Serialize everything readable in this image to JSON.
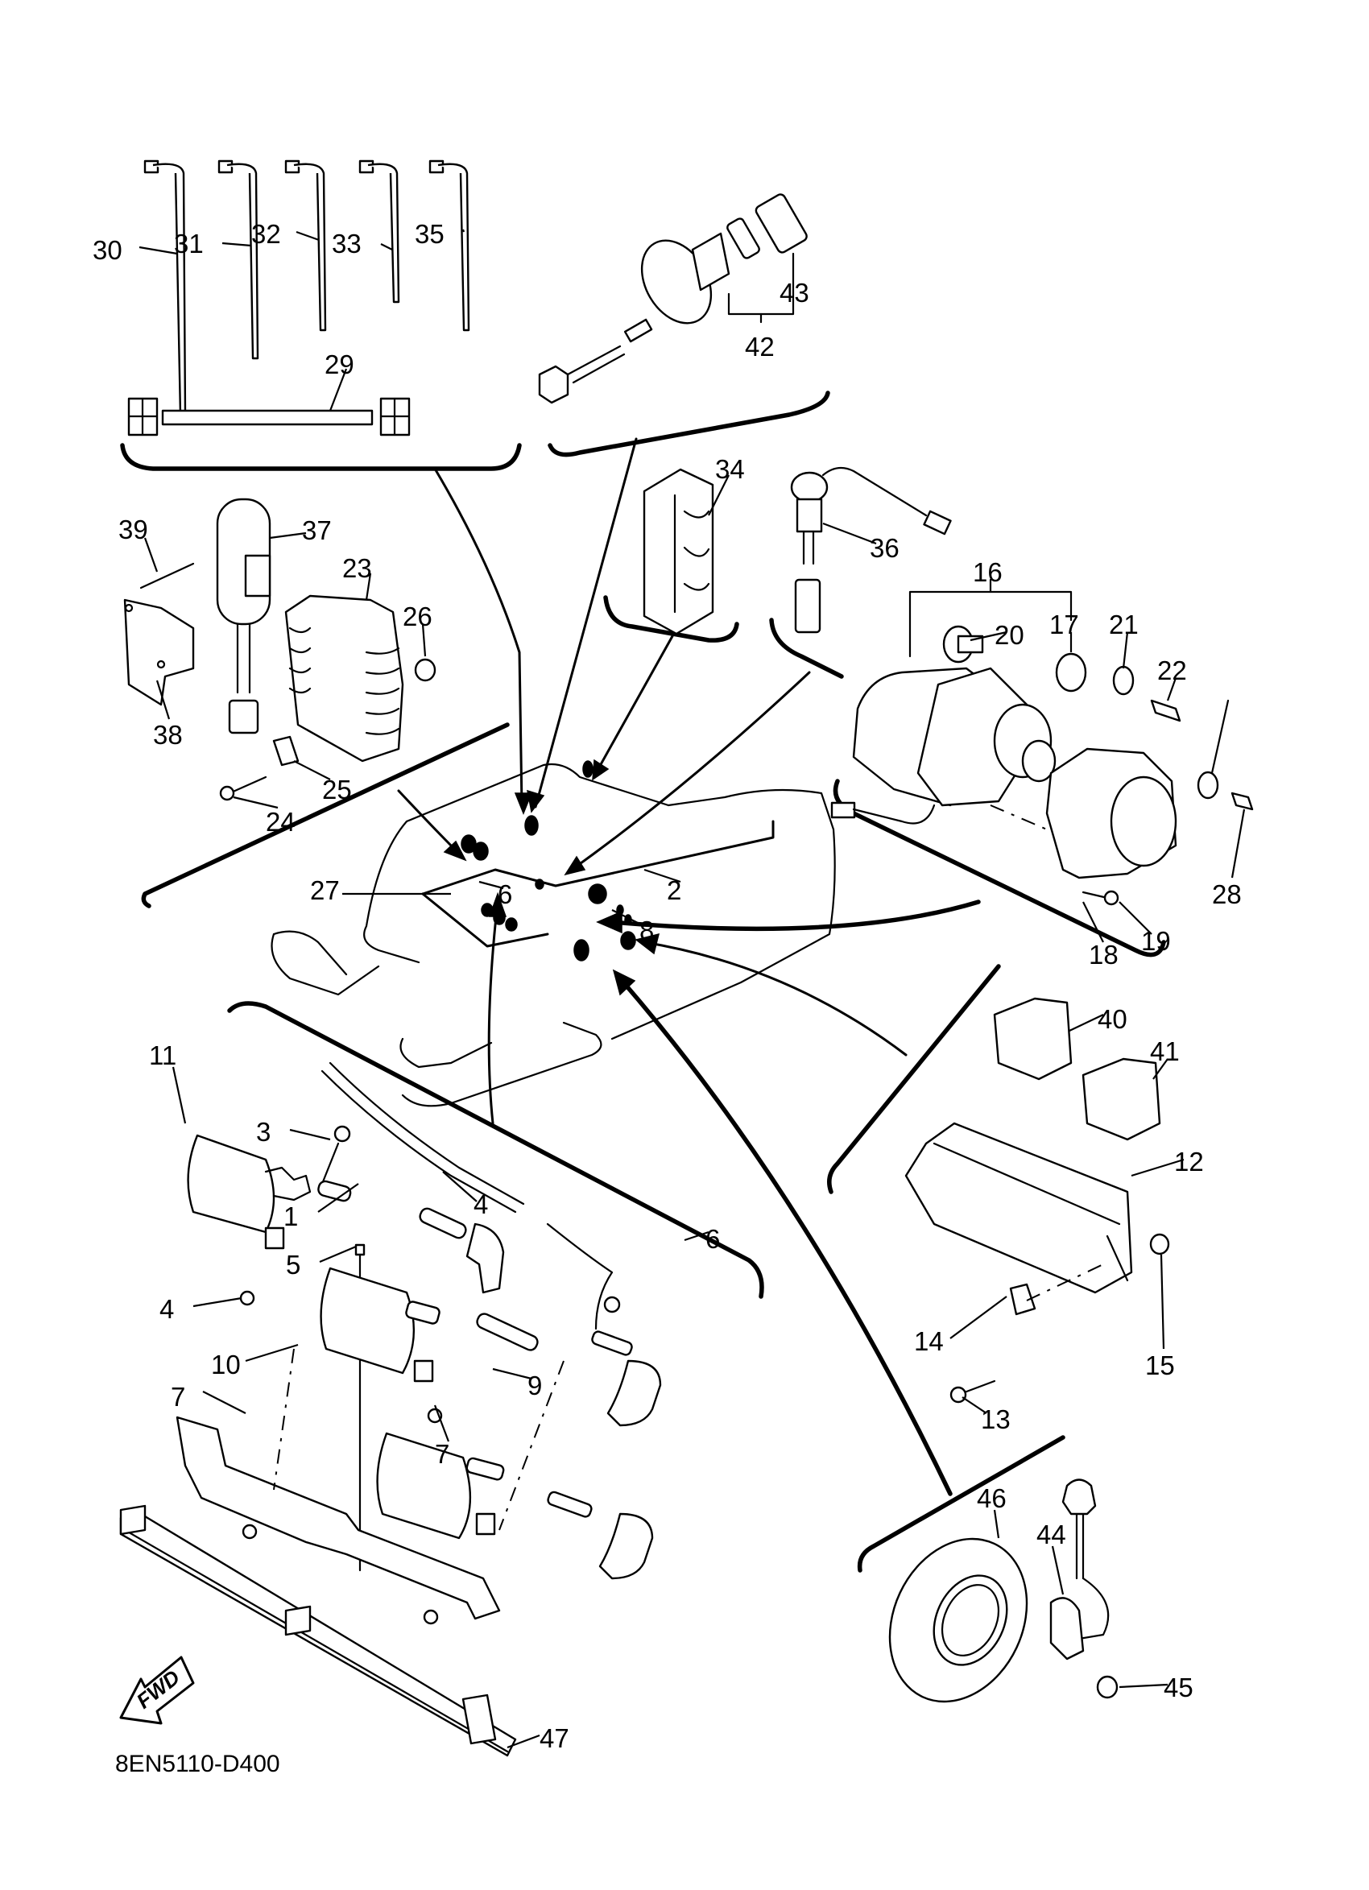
{
  "diagram": {
    "title_code": "8EN5110-D400",
    "direction_indicator": "FWD",
    "callouts": [
      "1",
      "2",
      "3",
      "4",
      "4",
      "5",
      "6",
      "6",
      "7",
      "7",
      "8",
      "9",
      "10",
      "11",
      "12",
      "13",
      "14",
      "15",
      "16",
      "17",
      "18",
      "19",
      "20",
      "21",
      "22",
      "23",
      "24",
      "25",
      "26",
      "27",
      "28",
      "29",
      "30",
      "31",
      "32",
      "33",
      "34",
      "35",
      "36",
      "37",
      "38",
      "39",
      "40",
      "41",
      "42",
      "43",
      "44",
      "45",
      "46",
      "47"
    ],
    "groups": {
      "wire_harness_leads": [
        "29",
        "30",
        "31",
        "32",
        "33",
        "35"
      ],
      "main_switch": [
        "42",
        "43"
      ],
      "holder": [
        "34"
      ],
      "sensor": [
        "36"
      ],
      "rectifier_regulator_group": [
        "23",
        "24",
        "25",
        "26",
        "37",
        "38",
        "39"
      ],
      "starter_relay_assembly": [
        "16",
        "17",
        "18",
        "19",
        "20",
        "21",
        "22",
        "28"
      ],
      "center_harness": [
        "27"
      ],
      "ignition_coil_group": [
        "1",
        "2",
        "3",
        "4",
        "5",
        "6",
        "7",
        "8",
        "9",
        "10",
        "11",
        "47"
      ],
      "cdi_unit_group": [
        "12",
        "13",
        "14",
        "15",
        "40",
        "41"
      ],
      "pickup_group": [
        "44",
        "45",
        "46"
      ]
    }
  }
}
